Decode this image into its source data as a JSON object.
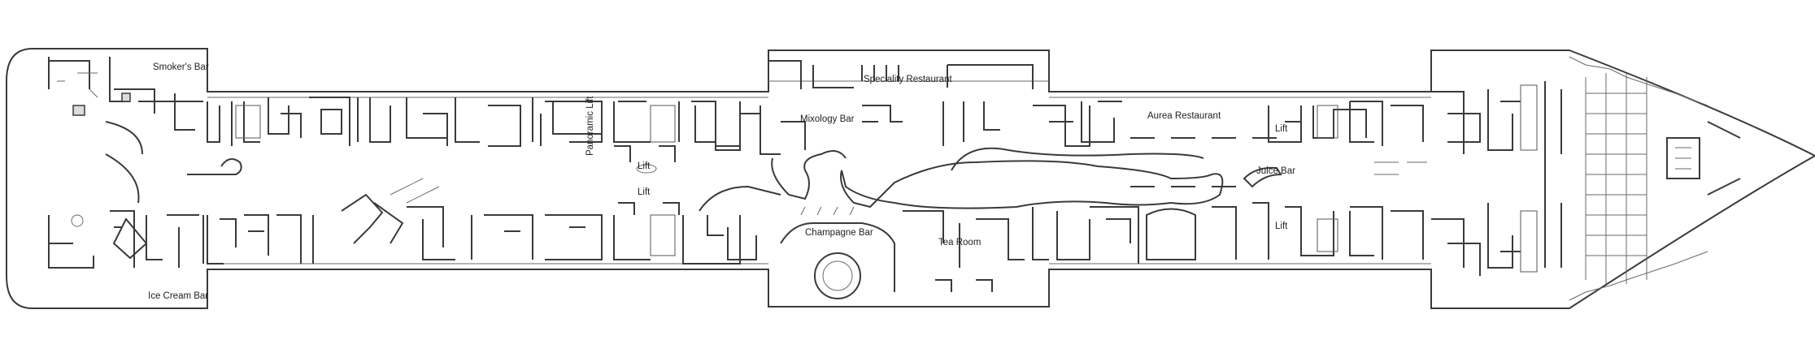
{
  "venues": {
    "smokers_bar": "Smoker's Bar",
    "ice_cream_bar": "Ice Cream Bar",
    "panoramic_lift": "Panoramic Lift",
    "lift_fwd_upper": "Lift",
    "lift_fwd_lower": "Lift",
    "mixology_bar": "Mixology Bar",
    "speciality_restaurant": "Speciality Restaurant",
    "champagne_bar": "Champagne Bar",
    "tea_room": "Tea Room",
    "aurea_restaurant": "Aurea Restaurant",
    "lift_aft_upper": "Lift",
    "juice_bar": "Juice Bar",
    "lift_aft_lower": "Lift"
  }
}
